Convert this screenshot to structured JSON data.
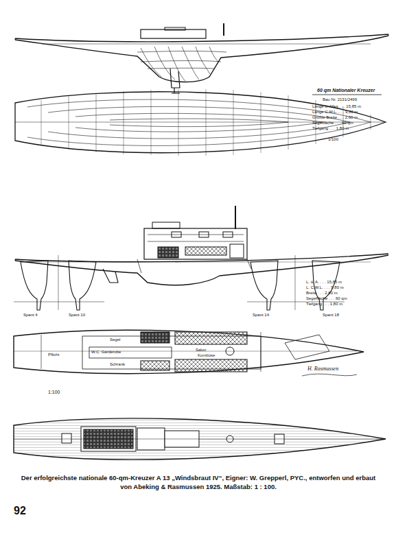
{
  "diagram": {
    "title": "60 qm Nationaler Kreuzer",
    "caption": "Der erfolgreichste nationale 60-qm-Kreuzer A 13 „Windsbraut IV“, Eigner: W. Grepperl, PYC., entworfen und erbaut von Abeking & Rasmussen 1925. Maßstab: 1 : 100.",
    "labels": [
      "Bau Nr. 2131/2499",
      "Länge ü. Alles . . . 15,85 m",
      "Länge C.W.L. . . . 9,80 m",
      "Größte Breite . . . 2,60 m",
      "Segelfläche . . . 60 qm",
      "Tiefgang . . . 1,80 m",
      "1/100",
      "L. ü. A. . . . 15,85 m",
      "L. C.W.L. . . . 9,80 m",
      "Breite . . . 2,60 m",
      "Segelfläche . . . 60 qm",
      "Tiefgang . . . 1,80 m",
      "Spant 4",
      "Spant 10",
      "Spant 14",
      "Spant 18",
      "Segel",
      "Pflicht",
      "W.C. Garderobe",
      "Schrank",
      "Salon",
      "Kombüse",
      "1:100",
      "H. Rasmussen",
      "92"
    ]
  }
}
